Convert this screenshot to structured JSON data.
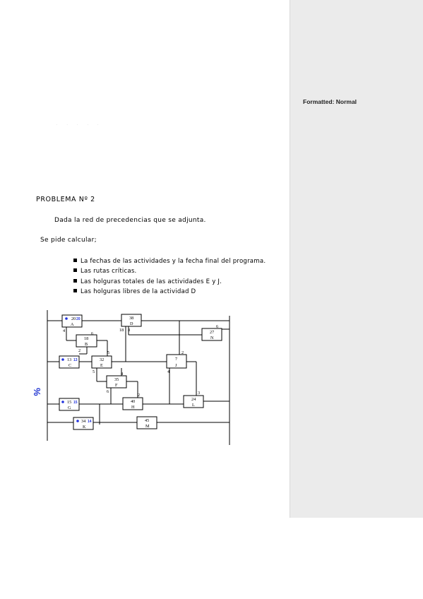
{
  "comments_pane": {
    "heading": "Formatted: Normal"
  },
  "faint_text": ". . . . .",
  "problem": {
    "title": "PROBLEMA Nº 2",
    "intro": "Dada la red de precedencias que se adjunta.",
    "ask": "Se pide calcular;",
    "tasks": [
      "La fechas de las actividades y la fecha final del programa.",
      "Las rutas críticas.",
      "Las holguras totales de las actividades E y J.",
      "Las holguras libres de la actividad D"
    ]
  },
  "margin_note": "%",
  "network": {
    "nodes": [
      {
        "id": "A",
        "duration": "20",
        "annotation": "0"
      },
      {
        "id": "B",
        "duration": "18"
      },
      {
        "id": "C",
        "duration": "13",
        "annotation": "0"
      },
      {
        "id": "D",
        "duration": "38"
      },
      {
        "id": "E",
        "duration": "32"
      },
      {
        "id": "F",
        "duration": "35"
      },
      {
        "id": "G",
        "duration": "15",
        "annotation": "0"
      },
      {
        "id": "H",
        "duration": "40"
      },
      {
        "id": "J",
        "duration": "7"
      },
      {
        "id": "K",
        "duration": "34",
        "annotation": "0"
      },
      {
        "id": "L",
        "duration": "24"
      },
      {
        "id": "M",
        "duration": "45"
      },
      {
        "id": "N",
        "duration": "27"
      }
    ],
    "lags": [
      "4",
      "6",
      "2",
      "5",
      "5",
      "4",
      "6",
      "2",
      "18",
      "8",
      "6",
      "2",
      "4",
      "3"
    ],
    "small_marks": [
      "20",
      "13",
      "15",
      "14"
    ]
  }
}
